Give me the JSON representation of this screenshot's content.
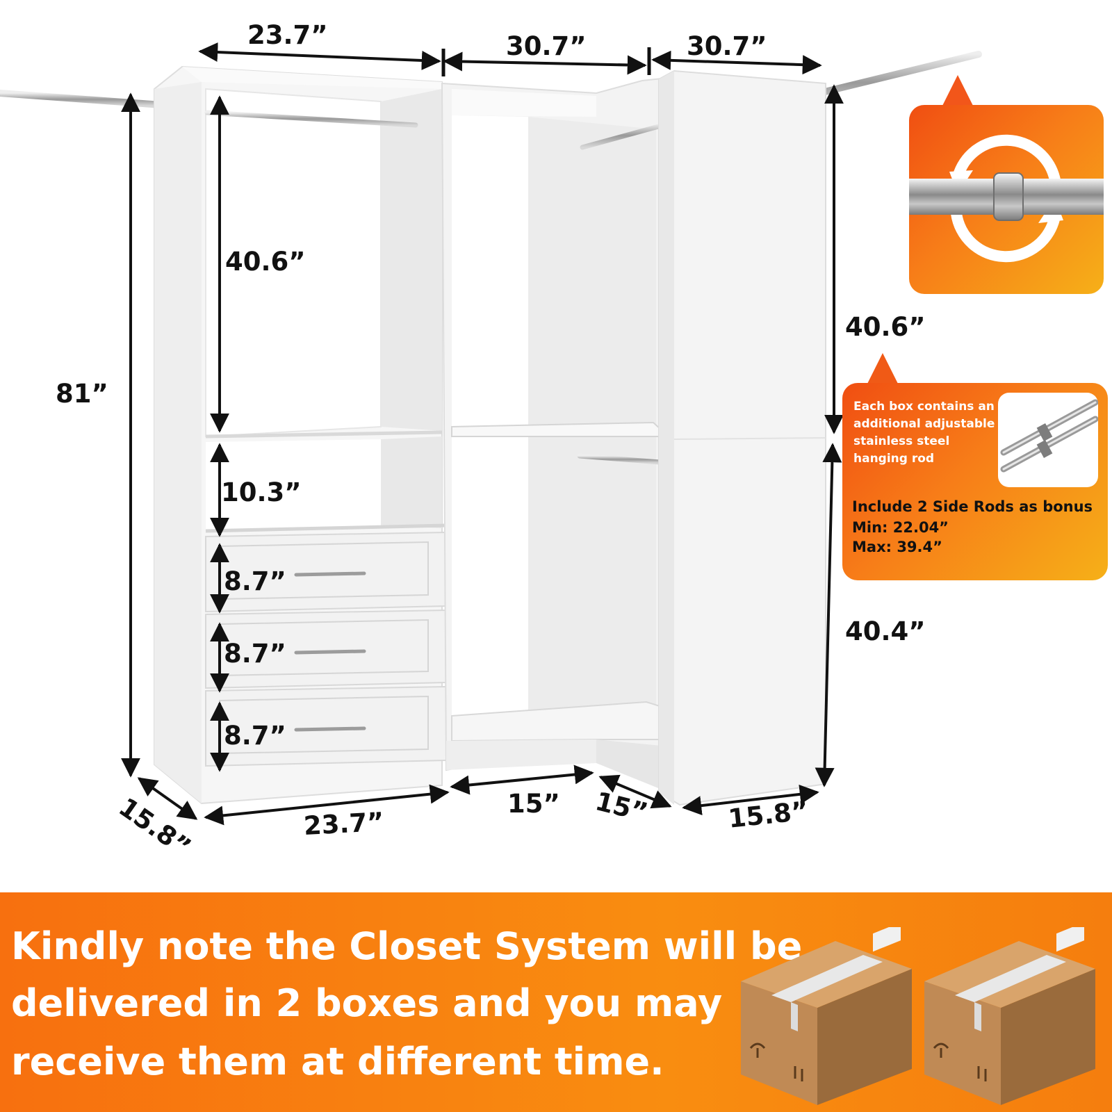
{
  "dimensions": {
    "top_left_width": "23.7”",
    "top_middle_width": "30.7”",
    "top_right_width": "30.7”",
    "total_height": "81”",
    "left_hanging_height": "40.6”",
    "left_shelf_gap": "10.3”",
    "drawer_heights": [
      "8.7”",
      "8.7”",
      "8.7”"
    ],
    "right_upper_height": "40.6”",
    "right_lower_height": "40.4”",
    "left_side_depth": "15.8”",
    "bottom_left_width": "23.7”",
    "bottom_corner_a": "15”",
    "bottom_corner_b": "15”",
    "right_side_depth": "15.8”"
  },
  "bonus_callout": {
    "description": [
      "Each box contains an",
      "additional adjustable",
      "stainless steel",
      "hanging rod"
    ],
    "bonus_title": "Include 2 Side Rods as bonus",
    "min": "Min: 22.04”",
    "max": "Max: 39.4”"
  },
  "delivery_notice": {
    "lines": [
      "Kindly note the Closet System will be",
      "delivered in 2 boxes and you may",
      "receive them at different time."
    ]
  },
  "icons": [
    "rotation-arrows-icon",
    "shipping-box-icon",
    "umbrella-icon",
    "this-way-up-icon"
  ],
  "colors": {
    "accent_orange": "#f7820f",
    "callout_red_orange": "#f04e12",
    "callout_yellow": "#f6b018",
    "dimension_text": "#111111",
    "cabinet_white": "#f7f7f7"
  }
}
